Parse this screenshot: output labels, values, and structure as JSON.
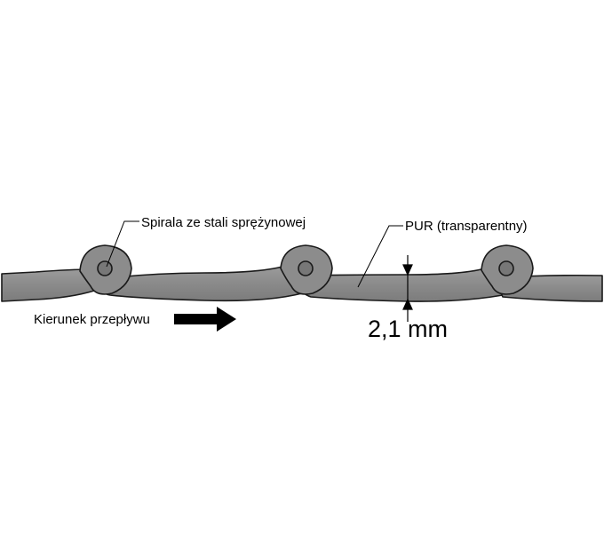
{
  "labels": {
    "spiral": "Spirala ze stali sprężynowej",
    "material": "PUR (transparentny)",
    "flow_direction": "Kierunek przepływu",
    "thickness": "2,1 mm"
  },
  "colors": {
    "belt_fill": "#8c8c8c",
    "belt_stroke": "#1a1a1a",
    "pin_fill": "#777777",
    "arrow_fill": "#000000",
    "text": "#000000"
  }
}
